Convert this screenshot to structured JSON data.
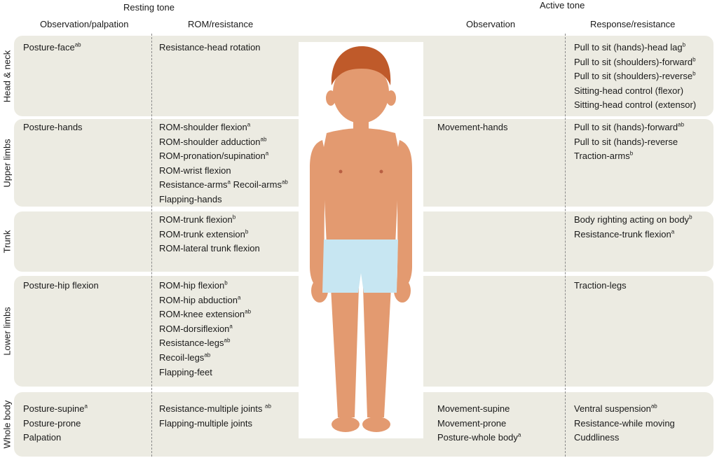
{
  "headers": {
    "resting_tone": "Resting tone",
    "active_tone": "Active tone",
    "observation_palpation": "Observation/palpation",
    "rom_resistance": "ROM/resistance",
    "observation": "Observation",
    "response_resistance": "Response/resistance"
  },
  "rows": [
    {
      "label": "Head & neck",
      "obs": [
        {
          "t": "Posture-face",
          "s": "ab"
        }
      ],
      "rom": [
        {
          "t": "Resistance-head rotation",
          "s": ""
        }
      ],
      "act_obs": [],
      "resp": [
        {
          "t": "Pull to sit (hands)-head lag",
          "s": "b"
        },
        {
          "t": "Pull to sit (shoulders)-forward",
          "s": "b"
        },
        {
          "t": "Pull to sit (shoulders)-reverse",
          "s": "b"
        },
        {
          "t": "Sitting-head control (flexor)",
          "s": ""
        },
        {
          "t": "Sitting-head control (extensor)",
          "s": ""
        }
      ]
    },
    {
      "label": "Upper limbs",
      "obs": [
        {
          "t": "Posture-hands",
          "s": ""
        }
      ],
      "rom": [
        {
          "t": "ROM-shoulder flexion",
          "s": "a"
        },
        {
          "t": "ROM-shoulder adduction",
          "s": "ab"
        },
        {
          "t": "ROM-pronation/supination",
          "s": "a"
        },
        {
          "t": "ROM-wrist flexion",
          "s": ""
        },
        {
          "t": "Resistance-arms",
          "s": "a",
          "t2": " Recoil-arms",
          "s2": "ab"
        },
        {
          "t": "Flapping-hands",
          "s": ""
        }
      ],
      "act_obs": [
        {
          "t": "Movement-hands",
          "s": ""
        }
      ],
      "resp": [
        {
          "t": "Pull to sit (hands)-forward",
          "s": "ab"
        },
        {
          "t": "Pull to sit (hands)-reverse",
          "s": ""
        },
        {
          "t": "Traction-arms",
          "s": "b"
        }
      ]
    },
    {
      "label": "Trunk",
      "obs": [],
      "rom": [
        {
          "t": "ROM-trunk flexion",
          "s": "b"
        },
        {
          "t": "ROM-trunk extension",
          "s": "b"
        },
        {
          "t": "ROM-lateral trunk flexion",
          "s": ""
        }
      ],
      "act_obs": [],
      "resp": [
        {
          "t": "Body righting acting on body",
          "s": "b"
        },
        {
          "t": "Resistance-trunk flexion",
          "s": "a"
        }
      ]
    },
    {
      "label": "Lower limbs",
      "obs": [
        {
          "t": "Posture-hip flexion",
          "s": ""
        }
      ],
      "rom": [
        {
          "t": "ROM-hip flexion",
          "s": "b"
        },
        {
          "t": "ROM-hip abduction",
          "s": "a"
        },
        {
          "t": "ROM-knee extension",
          "s": "ab"
        },
        {
          "t": "ROM-dorsiflexion",
          "s": "a"
        },
        {
          "t": "Resistance-legs",
          "s": "ab"
        },
        {
          "t": "Recoil-legs",
          "s": "ab"
        },
        {
          "t": "Flapping-feet",
          "s": ""
        }
      ],
      "act_obs": [],
      "resp": [
        {
          "t": "Traction-legs",
          "s": ""
        }
      ]
    },
    {
      "label": "Whole body",
      "obs": [
        {
          "t": "Posture-supine",
          "s": "a"
        },
        {
          "t": "Posture-prone",
          "s": ""
        },
        {
          "t": "Palpation",
          "s": ""
        }
      ],
      "rom": [
        {
          "t": "Resistance-multiple joints ",
          "s": "ab"
        },
        {
          "t": "Flapping-multiple joints",
          "s": ""
        }
      ],
      "act_obs": [
        {
          "t": "Movement-supine",
          "s": ""
        },
        {
          "t": "Movement-prone",
          "s": ""
        },
        {
          "t": "Posture-whole body",
          "s": "a"
        }
      ],
      "resp": [
        {
          "t": "Ventral suspension",
          "s": "ab"
        },
        {
          "t": "Resistance-while moving",
          "s": ""
        },
        {
          "t": "Cuddliness",
          "s": ""
        }
      ]
    }
  ],
  "colors": {
    "band": "#ecebe2",
    "skin": "#e39a70",
    "hair": "#bf5a2a",
    "shorts": "#c7e6f2"
  }
}
